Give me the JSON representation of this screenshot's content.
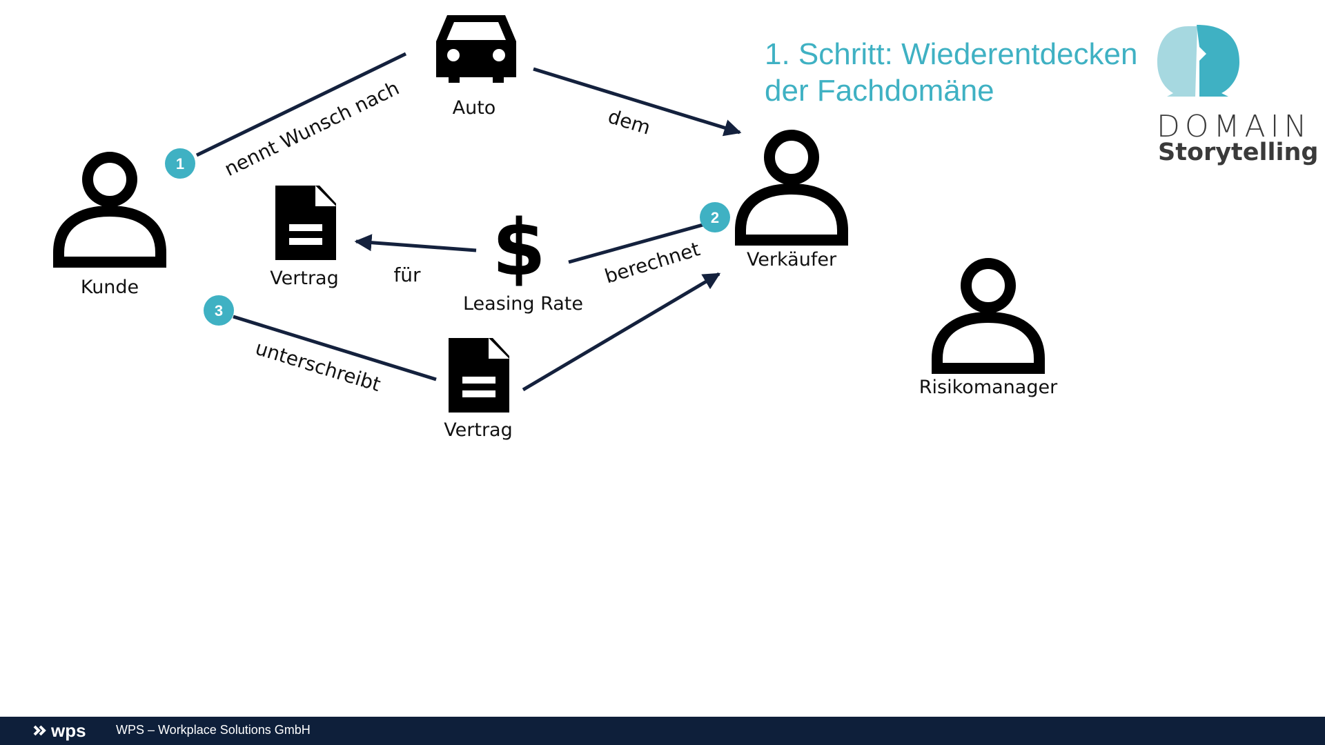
{
  "title": {
    "line1": "1. Schritt: Wiederentdecken",
    "line2": "der Fachdomäne"
  },
  "logo": {
    "word1": "DOMAIN",
    "word2": "Storytelling",
    "colors": [
      "#a6d8e0",
      "#3fb1c3"
    ]
  },
  "actors": {
    "kunde": "Kunde",
    "verkaeufer": "Verkäufer",
    "risikomanager": "Risikomanager"
  },
  "work_objects": {
    "auto": "Auto",
    "vertrag_1": "Vertrag",
    "leasing_rate": "Leasing Rate",
    "vertrag_2": "Vertrag"
  },
  "activities": {
    "nennt_wunsch_nach": "nennt Wunsch nach",
    "dem": "dem",
    "berechnet": "berechnet",
    "fuer": "für",
    "unterschreibt": "unterschreibt"
  },
  "steps": {
    "s1": "1",
    "s2": "2",
    "s3": "3"
  },
  "footer": {
    "brand": "wps",
    "company": "WPS – Workplace Solutions GmbH"
  },
  "colors": {
    "accent": "#3fb1c3",
    "arrow": "#14213d",
    "footer_bg": "#0e1f3a"
  }
}
